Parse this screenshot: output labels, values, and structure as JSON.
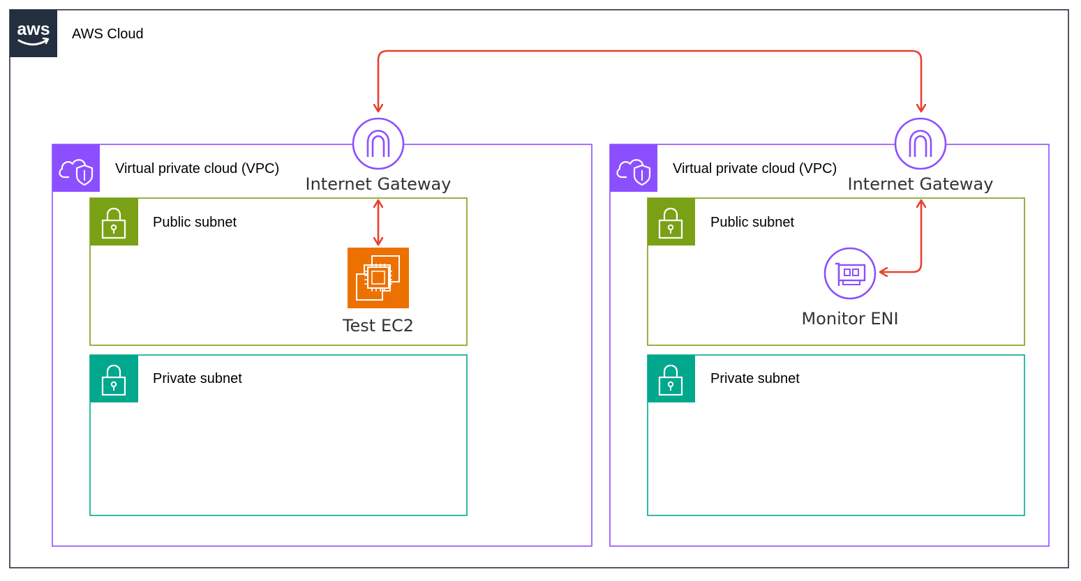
{
  "cloud": {
    "logo_text": "aws",
    "label": "AWS Cloud"
  },
  "vpcs": [
    {
      "label": "Virtual private cloud (VPC)",
      "gateway_label": "Internet Gateway",
      "public_subnet_label": "Public subnet",
      "private_subnet_label": "Private subnet",
      "resource_label": "Test EC2",
      "resource_icon": "ec2-instance-icon"
    },
    {
      "label": "Virtual private cloud (VPC)",
      "gateway_label": "Internet Gateway",
      "public_subnet_label": "Public subnet",
      "private_subnet_label": "Private subnet",
      "resource_label": "Monitor ENI",
      "resource_icon": "network-interface-icon"
    }
  ],
  "icons": {
    "cloud": "aws-logo-icon",
    "vpc": "vpc-cloud-shield-icon",
    "subnet": "padlock-icon",
    "gateway": "internet-gateway-icon"
  },
  "colors": {
    "cloud_border": "#232f3e",
    "vpc": "#8c4fff",
    "public_subnet": "#7aa116",
    "private_subnet": "#01a88d",
    "ec2": "#ed7100",
    "arrow": "#e7412f"
  }
}
